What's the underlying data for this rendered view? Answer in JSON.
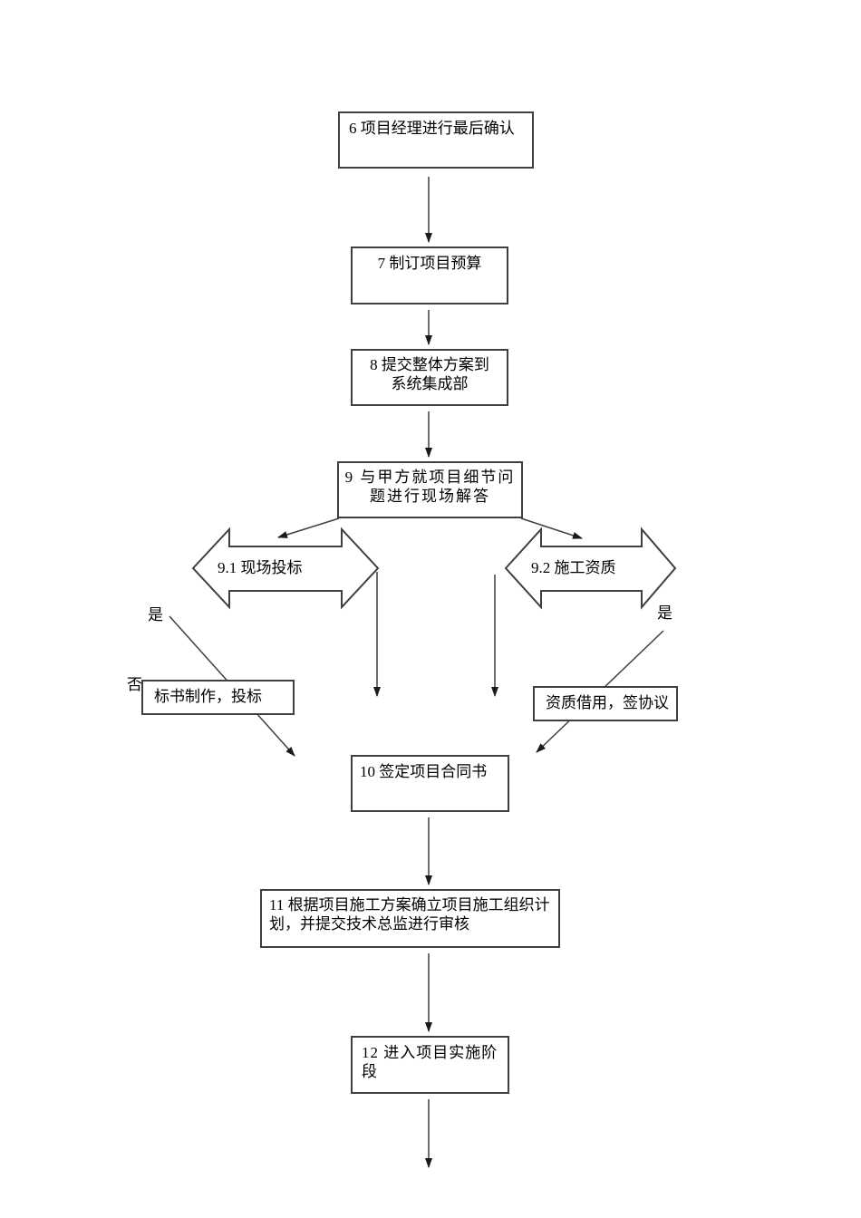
{
  "flowchart": {
    "nodes": {
      "step6": {
        "text": "6 项目经理进行最后确认"
      },
      "step7": {
        "text": "7 制订项目预算"
      },
      "step8": {
        "text": "8 提交整体方案到\n系统集成部"
      },
      "step9": {
        "text": "9 与甲方就项目细节问\n题进行现场解答"
      },
      "branch91": {
        "text": "9.1 现场投标"
      },
      "branch92": {
        "text": "9.2 施工资质"
      },
      "bidPrep": {
        "text": "标书制作，投标"
      },
      "qualBorrow": {
        "text": "资质借用，签协议"
      },
      "step10": {
        "text": "10 签定项目合同书"
      },
      "step11": {
        "text": "11 根据项目施工方案确立项目施工组织计\n划，并提交技术总监进行审核"
      },
      "step12": {
        "text": "12 进入项目实施阶\n段"
      }
    },
    "labels": {
      "yesLeft": "是",
      "noLeft": "否",
      "yesRight": "是"
    },
    "colors": {
      "stroke": "#3f3f3f",
      "arrowFill": "#1a1a1a",
      "background": "#ffffff",
      "text": "#000000"
    }
  }
}
